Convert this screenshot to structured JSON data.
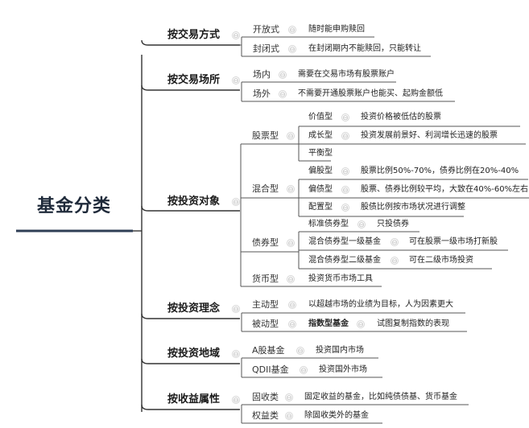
{
  "root": "基金分类",
  "categories": [
    {
      "label": "按交易方式",
      "children": [
        {
          "label": "开放式",
          "desc": "随时能申购赎回"
        },
        {
          "label": "封闭式",
          "desc": "在封闭期内不能赎回，只能转让"
        }
      ]
    },
    {
      "label": "按交易场所",
      "children": [
        {
          "label": "场内",
          "desc": "需要在交易市场有股票账户"
        },
        {
          "label": "场外",
          "desc": "不需要开通股票账户也能买、起购金额低"
        }
      ]
    },
    {
      "label": "按投资对象",
      "children": [
        {
          "label": "股票型",
          "children": [
            {
              "label": "价值型",
              "desc": "投资价格被低估的股票"
            },
            {
              "label": "成长型",
              "desc": "投资发展前景好、利润增长迅速的股票"
            },
            {
              "label": "平衡型",
              "desc": ""
            }
          ]
        },
        {
          "label": "混合型",
          "children": [
            {
              "label": "偏股型",
              "desc": "股票比例50%-70%，债券比例在20%-40%"
            },
            {
              "label": "偏债型",
              "desc": "股票、债券比例较平均，大致在40%-60%左右"
            },
            {
              "label": "配置型",
              "desc": "股债比例按市场状况进行调整"
            }
          ]
        },
        {
          "label": "债券型",
          "children": [
            {
              "label": "标准债券型",
              "desc": "只投债券"
            },
            {
              "label": "混合债券型一级基金",
              "desc": "可在股票一级市场打新股"
            },
            {
              "label": "混合债券型二级基金",
              "desc": "可在二级市场投资"
            }
          ]
        },
        {
          "label": "货币型",
          "desc": "投资货币市场工具"
        }
      ]
    },
    {
      "label": "按投资理念",
      "children": [
        {
          "label": "主动型",
          "desc": "以超越市场的业绩为目标，人为因素更大"
        },
        {
          "label": "被动型",
          "mid": "指数型基金",
          "desc": "试图复制指数的表现"
        }
      ]
    },
    {
      "label": "按投资地域",
      "children": [
        {
          "label": "A股基金",
          "desc": "投资国内市场"
        },
        {
          "label": "QDII基金",
          "desc": "投资国外市场"
        }
      ]
    },
    {
      "label": "按收益属性",
      "children": [
        {
          "label": "固收类",
          "desc": "固定收益的基金，比如纯债债基、货币基金"
        },
        {
          "label": "权益类",
          "desc": "除固收类外的基金"
        }
      ]
    }
  ]
}
